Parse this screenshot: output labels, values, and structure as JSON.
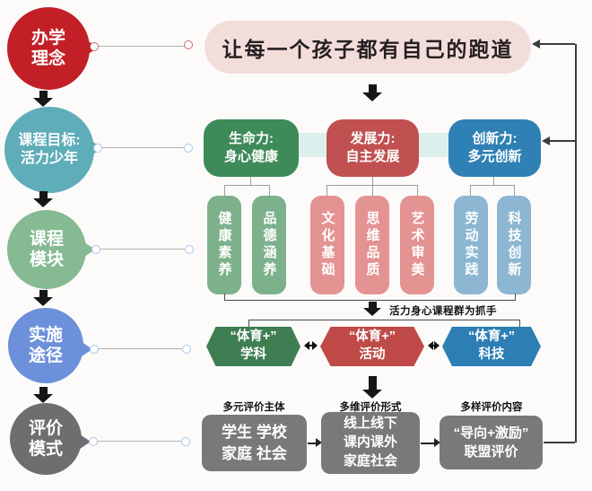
{
  "palette": {
    "rail_red": "#c21f26",
    "rail_teal": "#5fadb9",
    "rail_green": "#85ba93",
    "rail_blue": "#6c90d9",
    "rail_gray": "#6e6e6e",
    "vision_bg": "#f3ddda",
    "vision_text": "#241f20",
    "goal_green": "#3e8a58",
    "goal_red": "#c05150",
    "goal_blue": "#2f80b4",
    "band": "#ddefec",
    "module_green": "#7db18c",
    "module_salmon": "#e39392",
    "module_blue": "#8cb6d2",
    "hex_green": "#3e7e52",
    "hex_red": "#bf4a48",
    "hex_blue": "#2c7eb3",
    "eval_gray": "#7b7878",
    "link_red": "#c9666d",
    "link_blue": "#a9c6e8"
  },
  "rail": {
    "nodes": [
      {
        "label": "办学理念",
        "line1": "办学",
        "line2": "理念",
        "color": "#c21f26"
      },
      {
        "label": "课程目标:活力少年",
        "line1": "课程目标:",
        "line2": "活力少年",
        "color": "#5fadb9"
      },
      {
        "label": "课程模块",
        "line1": "课程",
        "line2": "模块",
        "color": "#85ba93"
      },
      {
        "label": "实施途径",
        "line1": "实施",
        "line2": "途径",
        "color": "#6c90d9"
      },
      {
        "label": "评价模式",
        "line1": "评价",
        "line2": "模式",
        "color": "#6e6e6e"
      }
    ]
  },
  "vision": {
    "text": "让每一个孩子都有自己的跑道"
  },
  "goals": {
    "items": [
      {
        "line1": "生命力:",
        "line2": "身心健康",
        "color": "#3e8a58"
      },
      {
        "line1": "发展力:",
        "line2": "自主发展",
        "color": "#c05150"
      },
      {
        "line1": "创新力:",
        "line2": "多元创新",
        "color": "#2f80b4"
      }
    ]
  },
  "modules": {
    "items": [
      {
        "text": "健康素养",
        "color": "#7db18c"
      },
      {
        "text": "品德涵养",
        "color": "#7db18c"
      },
      {
        "text": "文化基础",
        "color": "#e39392"
      },
      {
        "text": "思维品质",
        "color": "#e39392"
      },
      {
        "text": "艺术审美",
        "color": "#e39392"
      },
      {
        "text": "劳动实践",
        "color": "#8cb6d2"
      },
      {
        "text": "科技创新",
        "color": "#8cb6d2"
      }
    ]
  },
  "note": {
    "text": "活力身心课程群为抓手"
  },
  "pathways": {
    "items": [
      {
        "line1": "“体育+”",
        "line2": "学科",
        "color": "#3e7e52"
      },
      {
        "line1": "“体育+”",
        "line2": "活动",
        "color": "#bf4a48"
      },
      {
        "line1": "“体育+”",
        "line2": "科技",
        "color": "#2c7eb3"
      }
    ]
  },
  "evaluation": {
    "box_color": "#7b7878",
    "items": [
      {
        "caption": "多元评价主体",
        "line1": "学生 学校",
        "line2": "家庭 社会"
      },
      {
        "caption": "多维评价形式",
        "line1": "线上线下",
        "line2": "课内课外",
        "line3": "家庭社会"
      },
      {
        "caption": "多样评价内容",
        "line1": "“导向+激励”",
        "line2": "联盟评价"
      }
    ]
  }
}
